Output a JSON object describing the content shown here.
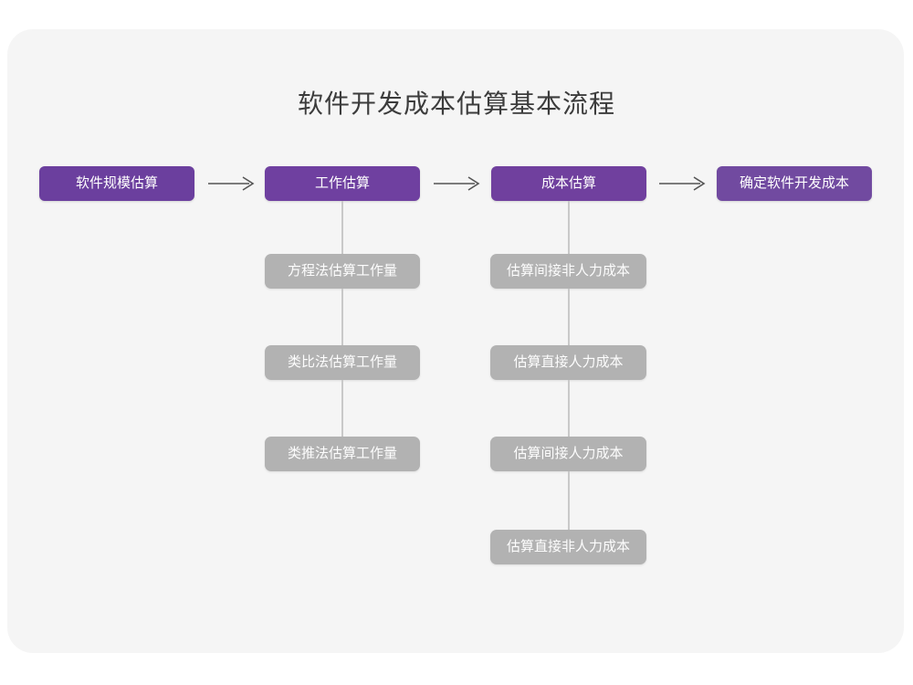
{
  "diagram": {
    "title": "软件开发成本估算基本流程",
    "colors": {
      "card_background": "#f5f5f5",
      "page_background": "#ffffff",
      "primary_node": "#6b3f9e",
      "sub_node": "#b2b2b2",
      "connector": "#c9c9c9",
      "arrow": "#555555",
      "title_text": "#3c3c3c",
      "node_text": "#ffffff"
    },
    "main_flow": [
      {
        "id": "step-1",
        "label": "软件规模估算"
      },
      {
        "id": "step-2",
        "label": "工作估算"
      },
      {
        "id": "step-3",
        "label": "成本估算"
      },
      {
        "id": "step-4",
        "label": "确定软件开发成本"
      }
    ],
    "arrows": [
      {
        "id": "arrow-1",
        "glyph": "arrow-right-icon"
      },
      {
        "id": "arrow-2",
        "glyph": "arrow-right-icon"
      },
      {
        "id": "arrow-3",
        "glyph": "arrow-right-icon"
      }
    ],
    "branches": [
      {
        "id": "branch-work-estimation",
        "parent": "工作估算",
        "items": [
          {
            "label": "方程法估算工作量"
          },
          {
            "label": "类比法估算工作量"
          },
          {
            "label": "类推法估算工作量"
          }
        ]
      },
      {
        "id": "branch-cost-estimation",
        "parent": "成本估算",
        "items": [
          {
            "label": "估算间接非人力成本"
          },
          {
            "label": "估算直接人力成本"
          },
          {
            "label": "估算间接人力成本"
          },
          {
            "label": "估算直接非人力成本"
          }
        ]
      }
    ]
  }
}
